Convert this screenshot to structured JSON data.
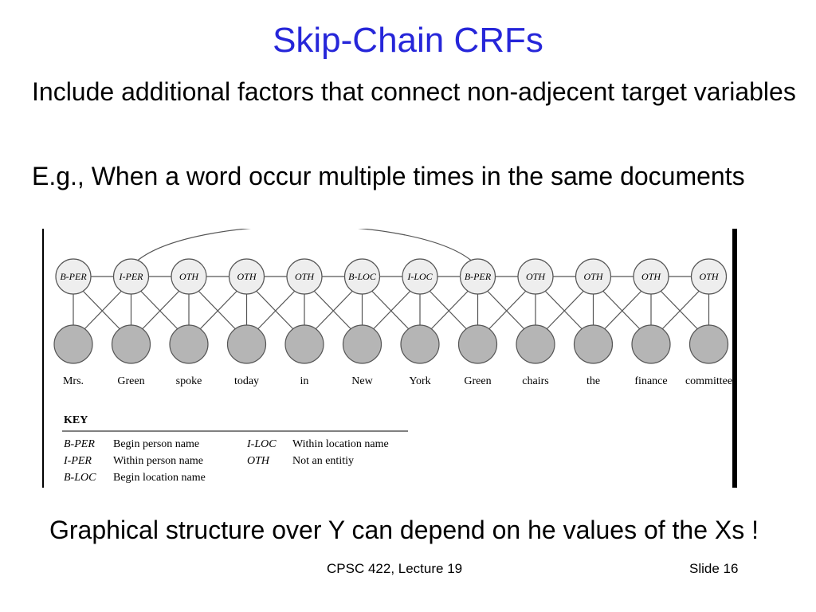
{
  "title": "Skip-Chain CRFs",
  "bullets": [
    "Include additional factors that connect non-adjecent target variables",
    "E.g., When a word occur multiple times in the same documents"
  ],
  "diagram": {
    "labels": [
      "B-PER",
      "I-PER",
      "OTH",
      "OTH",
      "OTH",
      "B-LOC",
      "I-LOC",
      "B-PER",
      "OTH",
      "OTH",
      "OTH",
      "OTH"
    ],
    "words": [
      "Mrs.",
      "Green",
      "spoke",
      "today",
      "in",
      "New",
      "York",
      "Green",
      "chairs",
      "the",
      "finance",
      "committee"
    ],
    "skip_edge": [
      1,
      7
    ],
    "key": {
      "title": "KEY",
      "entries": [
        {
          "code": "B-PER",
          "desc": "Begin person name"
        },
        {
          "code": "I-PER",
          "desc": "Within person name"
        },
        {
          "code": "B-LOC",
          "desc": "Begin location name"
        },
        {
          "code": "I-LOC",
          "desc": "Within location name"
        },
        {
          "code": "OTH",
          "desc": "Not an entitiy"
        }
      ]
    },
    "colors": {
      "label_node": "#eeeeee",
      "observed_node": "#b5b5b5",
      "stroke": "#555555"
    }
  },
  "bottom_text": "Graphical structure over Y can depend on he values of the Xs !",
  "footer": {
    "course": "CPSC 422, Lecture 19",
    "slide": "Slide 16"
  }
}
